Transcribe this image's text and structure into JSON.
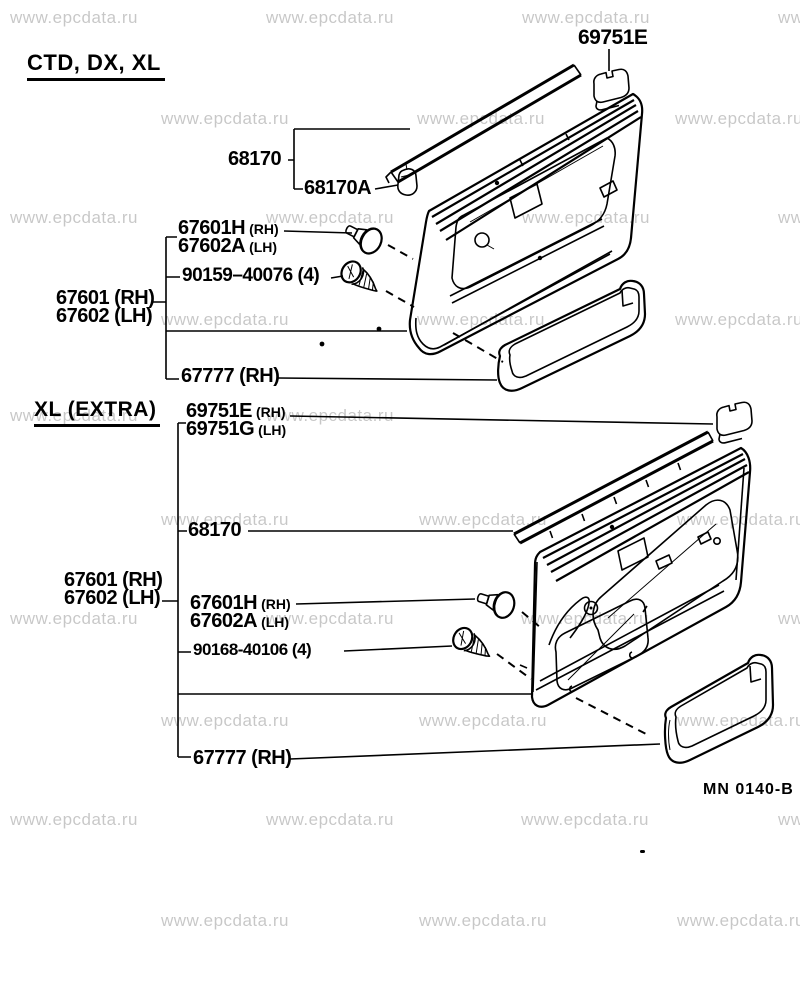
{
  "watermark": {
    "text": "www.epcdata.ru"
  },
  "footer": {
    "drawing_code": "MN 0140-B"
  },
  "sections": [
    {
      "heading": "CTD, DX, XL",
      "labels": {
        "clip_top": {
          "num": "69751E"
        },
        "weatherstrip": {
          "num": "68170"
        },
        "weatherstrip_clip": {
          "num": "68170A"
        },
        "trim_clip_rh": {
          "num": "67601H",
          "suffix": "(RH)"
        },
        "trim_clip_lh": {
          "num": "67602A",
          "suffix": "(LH)"
        },
        "screw": {
          "num": "90159–40076 (4)"
        },
        "board_rh": {
          "num": "67601 (RH)"
        },
        "board_lh": {
          "num": "67602 (LH)"
        },
        "armrest": {
          "num": "67777 (RH)"
        }
      }
    },
    {
      "heading": "XL (EXTRA)",
      "labels": {
        "clip_rh": {
          "num": "69751E",
          "suffix": "(RH)"
        },
        "clip_lh": {
          "num": "69751G",
          "suffix": "(LH)"
        },
        "weatherstrip": {
          "num": "68170"
        },
        "board_rh": {
          "num": "67601 (RH)"
        },
        "board_lh": {
          "num": "67602 (LH)"
        },
        "trim_clip_rh": {
          "num": "67601H",
          "suffix": "(RH)"
        },
        "trim_clip_lh": {
          "num": "67602A",
          "suffix": "(LH)"
        },
        "screw": {
          "num": "90168-40106 (4)"
        },
        "armrest": {
          "num": "67777 (RH)"
        }
      }
    }
  ]
}
